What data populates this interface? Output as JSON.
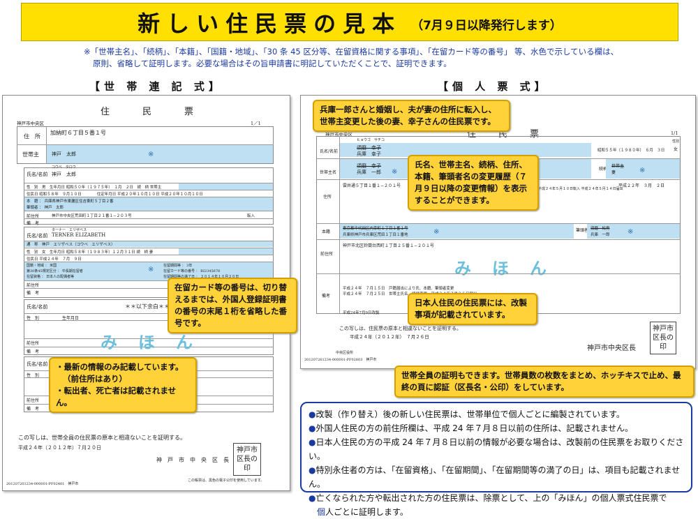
{
  "banner": {
    "title": "新しい住民票の見本",
    "subtitle": "（7月９日以降発行します）"
  },
  "note": {
    "line1": "※「世帯主名」、「続柄」、「本籍」、「国籍・地域」、「30 条 45 区分等、在留資格に関する事項」、「在留カード等の番号」 等、水色で示している欄は、",
    "line2": "原則、省略して証明します。必要な場合はその旨申請書に明記していただくことで、証明できます。"
  },
  "left": {
    "heading": "【世 帯 連 記 式】",
    "doc_title": "住　　　民　　　票",
    "ward": "神戸市中央区",
    "page": "1／1",
    "addr_label": "住　所",
    "addr": "加納町６丁目５番１号",
    "head_label": "世帯主",
    "head_name": "神戸　太郎",
    "star": "※",
    "p1_name_label": "氏名/名前",
    "p1_kana": "コウベ　タロウ",
    "p1_name": "神戸　太郎",
    "p1_sex_row": "性　別　男　生年月日 昭和５０年（１９７５年）　１月　２日　続　柄 世帯主",
    "p1_date_row": "住民日 昭和５８年　９月１０日　　　　住定年月日 平成２０年１０月１０日 平成２０年１０月１０日",
    "p1_honseki": "本　籍 ： 兵庫県神戸市東灘区住吉東町５丁目２番",
    "p1_hitto": "筆頭者 ： 神戸　太郎",
    "p1_prev_label": "前住所",
    "p1_prev": "神戸市中央区荒田町１丁目２１番１−２０３号",
    "p1_prev_note": "転入",
    "bikou": "備　考",
    "p2_kana": "ターナー　エリザベス",
    "p2_name": "TERNER ELIZABETH",
    "p2_tsusho": "通　称　神戸　エリザベス（コウベ　エリザベス）",
    "p2_sex_row": "性　別　女　生年月日 昭和５８年（１９８３年）１２月３１日 続　柄 妻",
    "p2_date_row": "住民日 平成２４年　７月　９日",
    "p2_kokuseki": "国籍・地域 ： 米国",
    "p2_kubun": "第30条45規定区分 ： 中長期在留者",
    "p2_shikaku": "在留資格 ： 日本人の配偶者等",
    "p2_kikan": "在留期間等 ： 3年",
    "p2_card": "在留カード等の番号 ： RI2345678",
    "p2_manryo": "在留期間等の満了日 ： ２０１４年１０月２０日",
    "yika": "＊＊以下余白＊＊",
    "sex_label": "性　別",
    "birth_label": "生年月日",
    "name_label": "氏名/名前",
    "mihon": "みほん",
    "cert": "この写しは、世帯全員の住民票の原本と相違ないことを証明する。",
    "cert_date": "平成２４年（２０１２年）７月２０日",
    "mayor": "神　戸　市　中　央　区　長",
    "stamp": "神戸市区長の印",
    "foot_id": "201207201234-000001-PF02401　神戸市",
    "foot_note": "この帳票は、黒色の電子公印を使用しています。"
  },
  "right": {
    "heading": "【個 人 票 式】",
    "doc_title": "住　　民　　票",
    "ward": "神戸市中央区",
    "page": "1/1",
    "kana": "ヒョウゴ　サチコ",
    "name_label": "氏名/名前",
    "name_old": "須磨　幸子",
    "name_new": "兵庫　幸子",
    "birth": "昭和５５年（１９８０年）　６月　３日",
    "sex": "性別",
    "sex_val": "女",
    "head_label": "世帯主名",
    "head_old": "須磨　幸子",
    "head_new": "兵庫　一郎",
    "zoku_label": "続柄",
    "zoku_old": "世帯主",
    "zoku_new": "妻",
    "addr_label": "住所",
    "addr": "雲井通５丁目１番１−２０１号",
    "addr_dates": "平成２４年５月１０日転入 平成２４年５月１４日届出",
    "resident_since": "平成２２年　３月　２日",
    "honseki_label": "本籍",
    "honseki_old": "東京都千代田区内幸町１丁目１番１号",
    "honseki_new": "兵庫県神戸市兵庫区荒田１丁目１番地",
    "hitto_label": "筆頭者",
    "hitto_old": "須磨　松男",
    "hitto_new": "兵庫　一郎",
    "prev_label": "前住所",
    "prev": "神戸市北区鈴蘭台西町１丁目２５番１−２０１号",
    "mihon": "みほん",
    "bikou_label": "備考",
    "bikou1": "平成２４年　７月１５日　戸籍届出により氏、本籍、筆頭者変更",
    "bikou2": "平成２４年　７月２５日　世帯主氏名、続柄変更　平成２４年７月２６日届出",
    "bikou3": "平成24年7月9日改製",
    "cert": "この写しは、住民票の原本と相違ないことを証明する。",
    "cert_date": "平成２４年（２０１２年）　７月２６日",
    "mayor": "神戸市中央区長",
    "stamp": "神戸市区長の印",
    "issuer": "中央区役所",
    "foot_id": "201207261234-000001-PF02603　神戸市"
  },
  "callouts": {
    "c1": "兵庫一郎さんと婚姻し、夫が妻の住所に転入し、世帯主変更した後の妻、幸子さんの住民票です。",
    "c2": "氏名、世帯主名、続柄、住所、本籍、筆頭者名の変更履歴（７月９日以降の変更情報）を表示することができます。",
    "c3": "在留カード等の番号は、切り替えるまでは、外国人登録証明書の番号の末尾１桁を省略した番号です。",
    "c4": "日本人住民の住民票には、改製事項が記載されています。",
    "c5a": "・最新の情報のみ記載しています。",
    "c5b": "（前住所はあり）",
    "c5c": "・転出者、死亡者は記載されません。",
    "c6": "世帯全員の証明もできます。世帯員数の枚数をまとめ、ホッチキスで止め、最終の頁に認証（区長名・公印）をしています。"
  },
  "bullets": [
    "●改製（作り替え）後の新しい住民票は、世帯単位で個人ごとに編製されています。",
    "●外国人住民の方の前住所欄は、平成 24 年７月８日以前の住所は、記載されません。",
    "●日本人住民の方の平成 24 年７月８日以前の情報が必要な場合は、改製前の住民票をお取りください。",
    "●特別永住者の方は、「在留資格」、「在留期間」、「在留期間等の満了の日」は、項目も記載されません。",
    "●亡くなられた方や転出された方の住民票は、除票として、上の「みほん」の個人票式住民票で",
    "　個人ごとに証明します。"
  ]
}
